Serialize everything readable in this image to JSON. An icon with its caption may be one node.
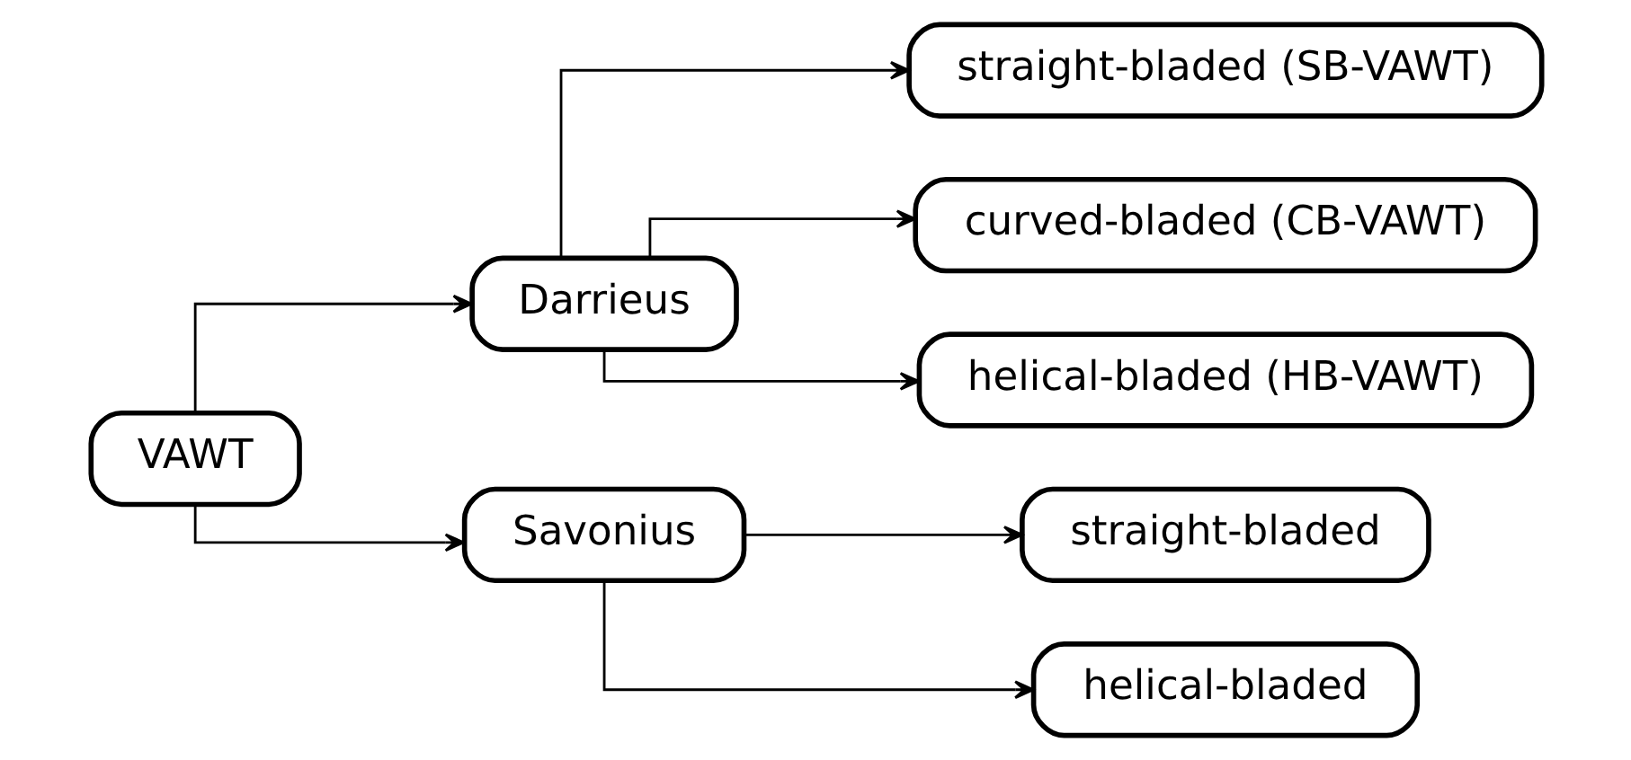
{
  "diagram": {
    "nodes": [
      {
        "text": [
          "VAWT"
        ]
      },
      {
        "text": [
          "Darrieus"
        ]
      },
      {
        "text": [
          "Savonius"
        ]
      },
      {
        "text": [
          "straight-bladed (SB-VAWT)"
        ]
      },
      {
        "text": [
          "curved-bladed (CB-VAWT)"
        ]
      },
      {
        "text": [
          "helical-bladed (HB-VAWT)"
        ]
      },
      {
        "text": [
          "straight-bladed"
        ]
      },
      {
        "text": [
          "helical-bladed"
        ]
      }
    ],
    "edges": [
      {
        "from": 0,
        "to": 1,
        "arrow": "to"
      },
      {
        "from": 0,
        "to": 2,
        "arrow": "to"
      },
      {
        "from": 1,
        "to": 3,
        "arrow": "to"
      },
      {
        "from": 1,
        "to": 4,
        "arrow": "to"
      },
      {
        "from": 1,
        "to": 5,
        "arrow": "to"
      },
      {
        "from": 2,
        "to": 6,
        "arrow": "to"
      },
      {
        "from": 2,
        "to": 7,
        "arrow": "to"
      }
    ]
  }
}
